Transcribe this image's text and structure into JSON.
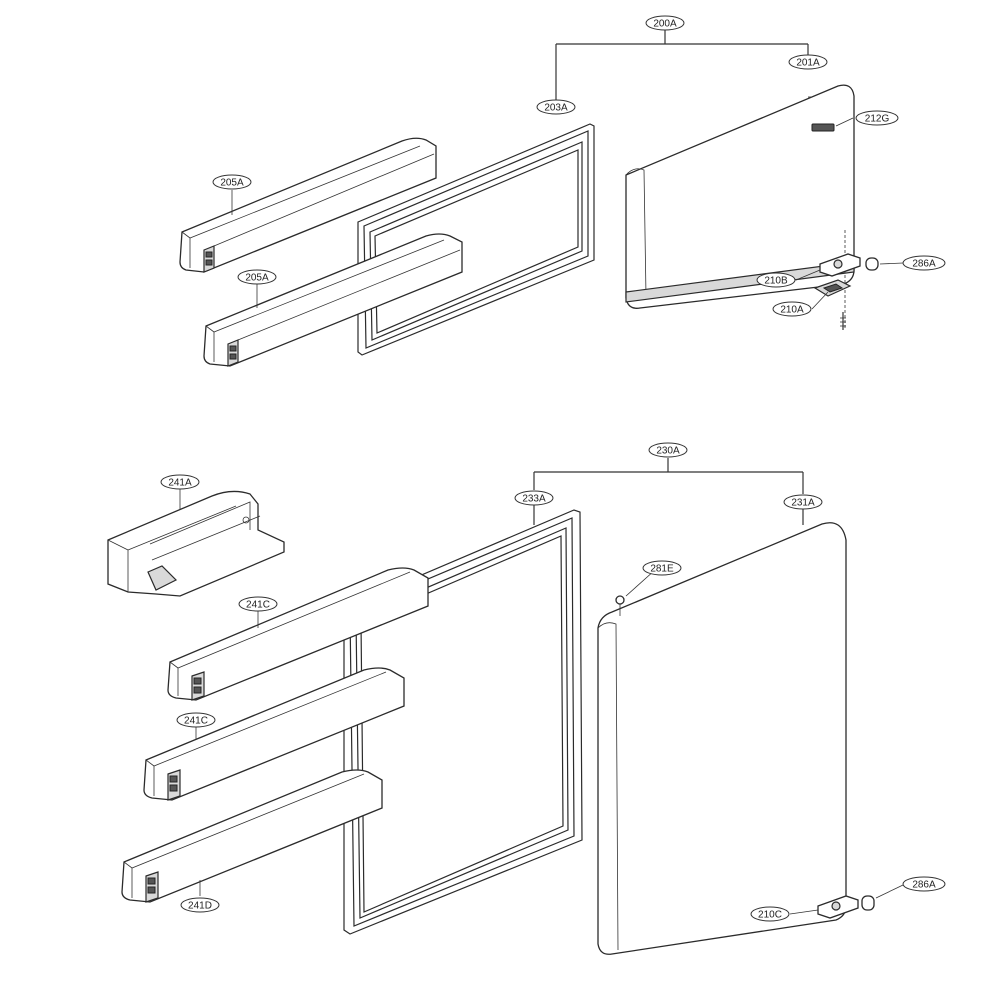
{
  "upper_assembly": {
    "callouts": {
      "door_assy": "200A",
      "door_outer": "201A",
      "gasket": "203A",
      "basket_1": "205A",
      "basket_2": "205A",
      "logo": "212G",
      "hinge_cap": "286A",
      "hinge_b": "210B",
      "hinge_a": "210A"
    }
  },
  "lower_assembly": {
    "callouts": {
      "door_assy": "230A",
      "door_outer": "231A",
      "gasket": "233A",
      "pin": "281E",
      "tray": "241A",
      "basket_1": "241C",
      "basket_2": "241C",
      "basket_3": "241D",
      "hinge_cap": "286A",
      "hinge_c": "210C"
    }
  }
}
